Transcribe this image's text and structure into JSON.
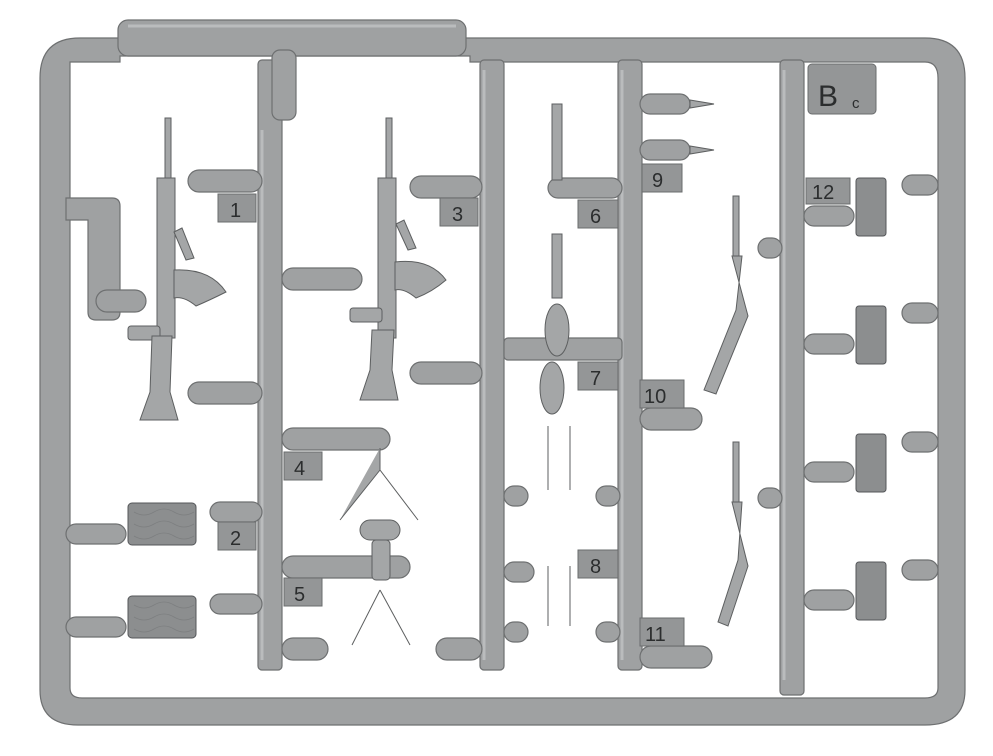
{
  "sprue": {
    "frame_id": {
      "letter": "B",
      "sub": "c"
    },
    "part_numbers": [
      "1",
      "2",
      "3",
      "4",
      "5",
      "6",
      "7",
      "8",
      "9",
      "10",
      "11",
      "12"
    ],
    "colors": {
      "plastic": "#9fa1a2",
      "outline": "#6e7071",
      "background": "#ffffff"
    }
  }
}
